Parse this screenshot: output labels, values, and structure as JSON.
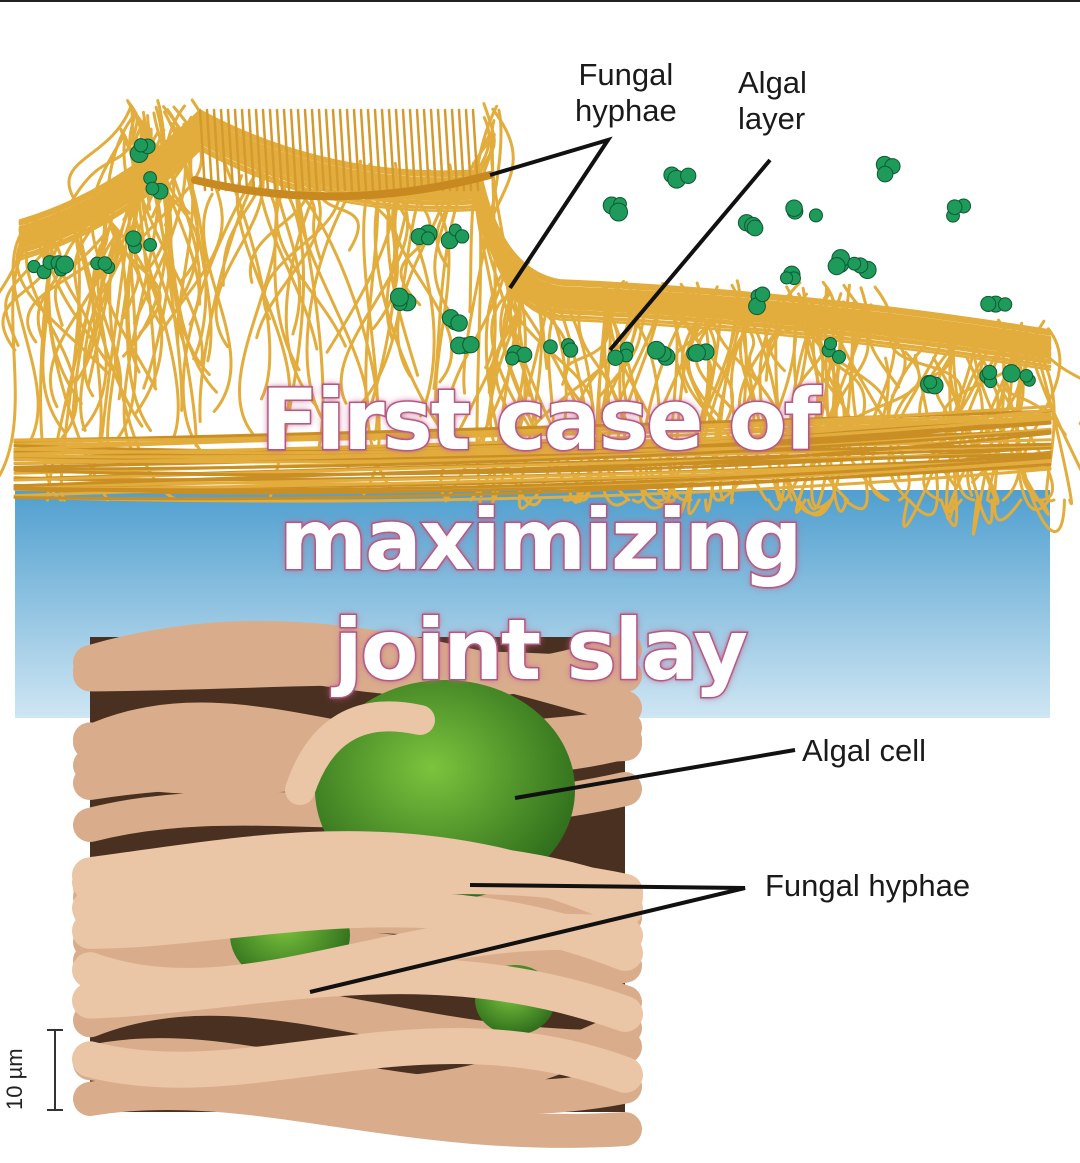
{
  "labels": {
    "fungal_hyphae_top": "Fungal\nhyphae",
    "fungal_hyphae_top_line1": "Fungal",
    "fungal_hyphae_top_line2": "hyphae",
    "algal_layer_line1": "Algal",
    "algal_layer_line2": "layer",
    "algal_cell": "Algal cell",
    "fungal_hyphae_bottom": "Fungal hyphae",
    "scale_bar": "10 µm"
  },
  "caption": {
    "line1": "First case of",
    "line2": "maximizing",
    "line3": "joint slay"
  },
  "colors": {
    "hyphae": "#e2ad3c",
    "algae": "#1e9a5a",
    "water": "#6fb3d8",
    "caption_stroke": "#b0557f",
    "sem_background": "#4a3020",
    "sem_hyphae": "#e8c0a0",
    "sem_algal_cell": "#4e9a2a"
  }
}
